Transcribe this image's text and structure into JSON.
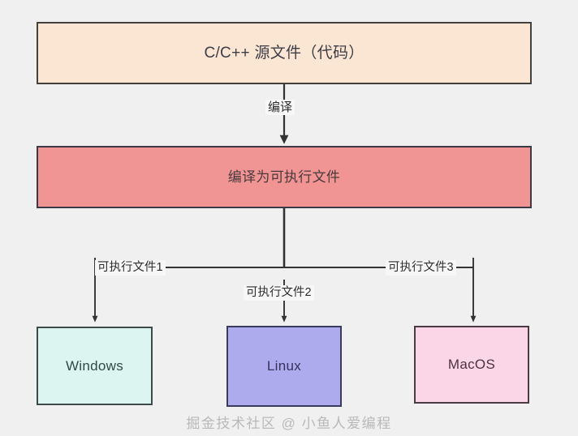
{
  "diagram": {
    "background_color": "#f0f0f0",
    "nodes": [
      {
        "id": "source",
        "label": "C/C++ 源文件（代码）",
        "fill": "#fbe6d4",
        "stroke": "#44403c"
      },
      {
        "id": "compile",
        "label": "编译为可执行文件",
        "fill": "#f09494",
        "stroke": "#3e3a45"
      },
      {
        "id": "windows",
        "label": "Windows",
        "fill": "#dcf5f0",
        "stroke": "#3c4a4a"
      },
      {
        "id": "linux",
        "label": "Linux",
        "fill": "#adabee",
        "stroke": "#3a3a5e"
      },
      {
        "id": "macos",
        "label": "MacOS",
        "fill": "#fad6e6",
        "stroke": "#4a3a44"
      }
    ],
    "edges": [
      {
        "id": "compile-edge",
        "label": "编译",
        "from": "source",
        "to": "compile"
      },
      {
        "id": "exe1-edge",
        "label": "可执行文件1",
        "from": "compile",
        "to": "windows"
      },
      {
        "id": "exe2-edge",
        "label": "可执行文件2",
        "from": "compile",
        "to": "linux"
      },
      {
        "id": "exe3-edge",
        "label": "可执行文件3",
        "from": "compile",
        "to": "macos"
      }
    ],
    "edge_color": "#333333",
    "watermark": "掘金技术社区 @ 小鱼人爱编程"
  }
}
